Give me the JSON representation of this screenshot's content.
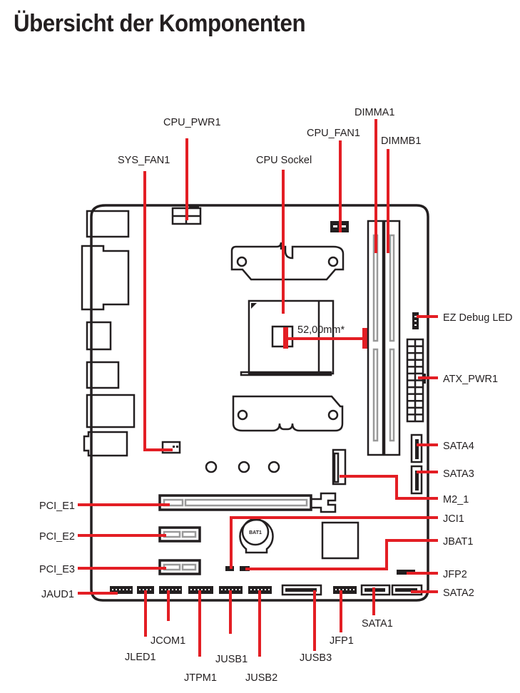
{
  "title": "Übersicht der Komponenten",
  "colors": {
    "callout": "#e31e24",
    "outline": "#231f20",
    "slot": "#999999"
  },
  "dimension_note": "52,00mm*",
  "battery_label": "BAT1",
  "labels": {
    "cpu_pwr1": "CPU_PWR1",
    "sys_fan1": "SYS_FAN1",
    "cpu_sockel": "CPU Sockel",
    "cpu_fan1": "CPU_FAN1",
    "dimma1": "DIMMA1",
    "dimmb1": "DIMMB1",
    "ez_debug_led": "EZ Debug LED",
    "atx_pwr1": "ATX_PWR1",
    "sata4": "SATA4",
    "sata3": "SATA3",
    "m2_1": "M2_1",
    "jci1": "JCI1",
    "jbat1": "JBAT1",
    "jfp2": "JFP2",
    "sata2": "SATA2",
    "pci_e1": "PCI_E1",
    "pci_e2": "PCI_E2",
    "pci_e3": "PCI_E3",
    "jaud1": "JAUD1",
    "jled1": "JLED1",
    "jcom1": "JCOM1",
    "jtpm1": "JTPM1",
    "jusb1": "JUSB1",
    "jusb2": "JUSB2",
    "jusb3": "JUSB3",
    "jfp1": "JFP1",
    "sata1": "SATA1"
  }
}
